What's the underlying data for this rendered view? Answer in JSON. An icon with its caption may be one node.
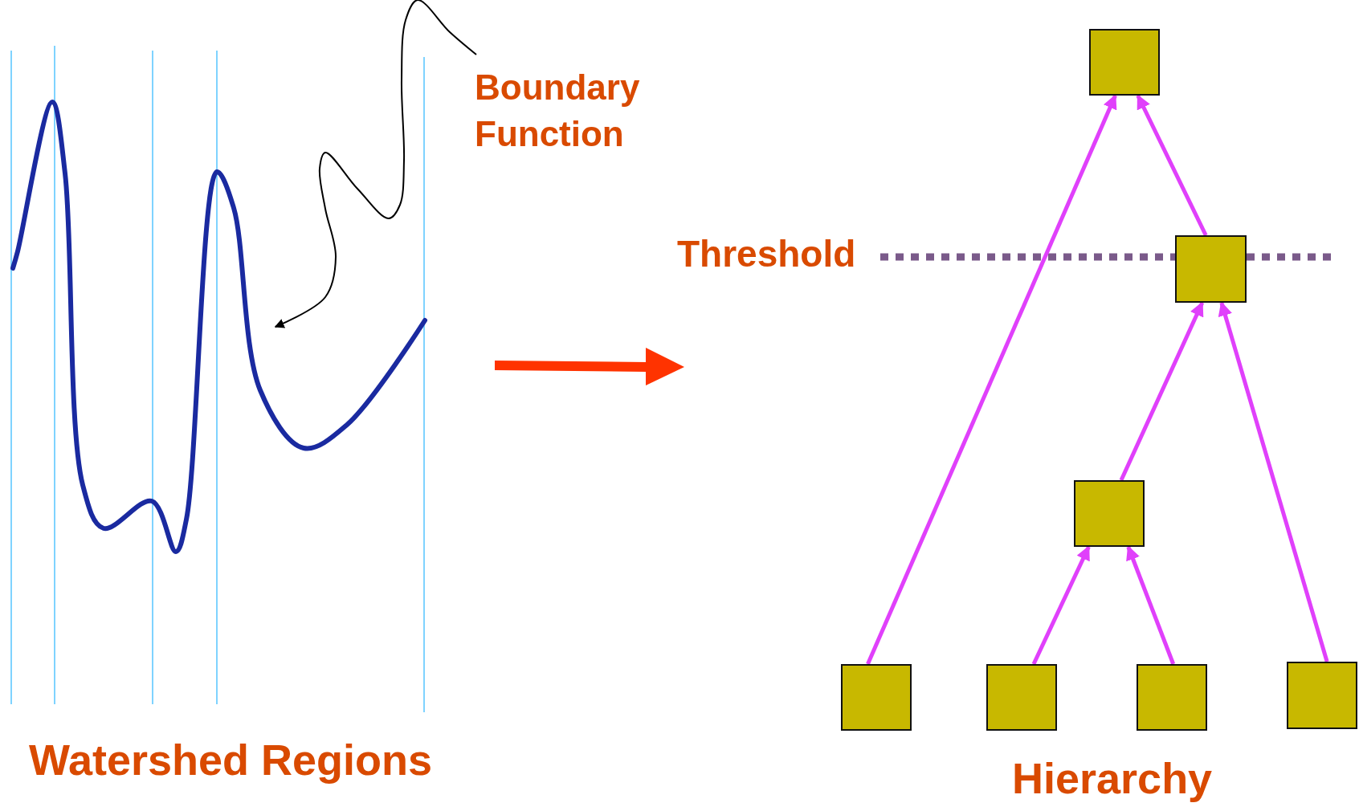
{
  "diagram": {
    "nodes": [
      {
        "text": [
          "Boundary Function"
        ]
      },
      {
        "text": [],
        "shape": "curve"
      },
      {
        "text": [],
        "shape": "box"
      },
      {
        "text": [],
        "shape": "box"
      },
      {
        "text": [],
        "shape": "box"
      },
      {
        "text": [],
        "shape": "box"
      },
      {
        "text": [],
        "shape": "box"
      },
      {
        "text": [],
        "shape": "box"
      },
      {
        "text": [],
        "shape": "box"
      }
    ],
    "edges": [
      {
        "from": 0,
        "to": 1,
        "arrow": "to",
        "color": "#000000"
      },
      {
        "from": 5,
        "to": 2,
        "arrow": "to"
      },
      {
        "from": 3,
        "to": 2,
        "arrow": "to"
      },
      {
        "from": 4,
        "to": 3,
        "arrow": "to"
      },
      {
        "from": 8,
        "to": 3,
        "arrow": "to"
      },
      {
        "from": 6,
        "to": 4,
        "arrow": "to"
      },
      {
        "from": 7,
        "to": 4,
        "arrow": "to"
      }
    ],
    "labels": [
      "Threshold",
      "Watershed Regions",
      "Hierarchy"
    ]
  }
}
